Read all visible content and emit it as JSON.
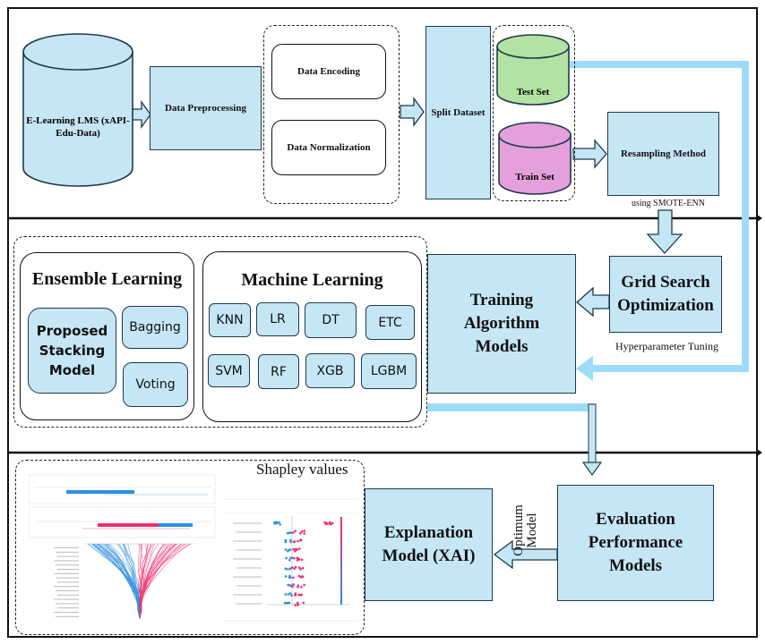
{
  "colors": {
    "box_fill": "#c5e6f5",
    "box_stroke": "#1f3a4a",
    "connector": "#9ddcf6",
    "test_set_fill": "#b3e3a2",
    "train_set_fill": "#e49fdc",
    "shap_blue": "#2f8fe0",
    "shap_pink": "#ee2f6c"
  },
  "stage1": {
    "source": "E-Learning LMS (xAPI-Edu-Data)",
    "preprocessing": "Data Preprocessing",
    "encoding": "Data Encoding",
    "normalization": "Data Normalization",
    "split": "Split Dataset",
    "test_set": "Test Set",
    "train_set": "Train Set",
    "resampling": "Resampling Method",
    "resampling_note": "using SMOTE-ENN"
  },
  "stage2": {
    "ensemble_title": "Ensemble Learning",
    "proposed": "Proposed Stacking Model",
    "bagging": "Bagging",
    "voting": "Voting",
    "ml_title": "Machine Learning",
    "ml_models": [
      "KNN",
      "LR",
      "DT",
      "ETC",
      "SVM",
      "RF",
      "XGB",
      "LGBM"
    ],
    "training": "Training Algorithm Models",
    "grid_search": "Grid Search Optimization",
    "grid_note": "Hyperparameter Tuning"
  },
  "stage3": {
    "shap_title": "Shapley values",
    "explanation": "Explanation Model (XAI)",
    "optimum": "Optimum Model",
    "evaluation": "Evaluation Performance Models"
  }
}
